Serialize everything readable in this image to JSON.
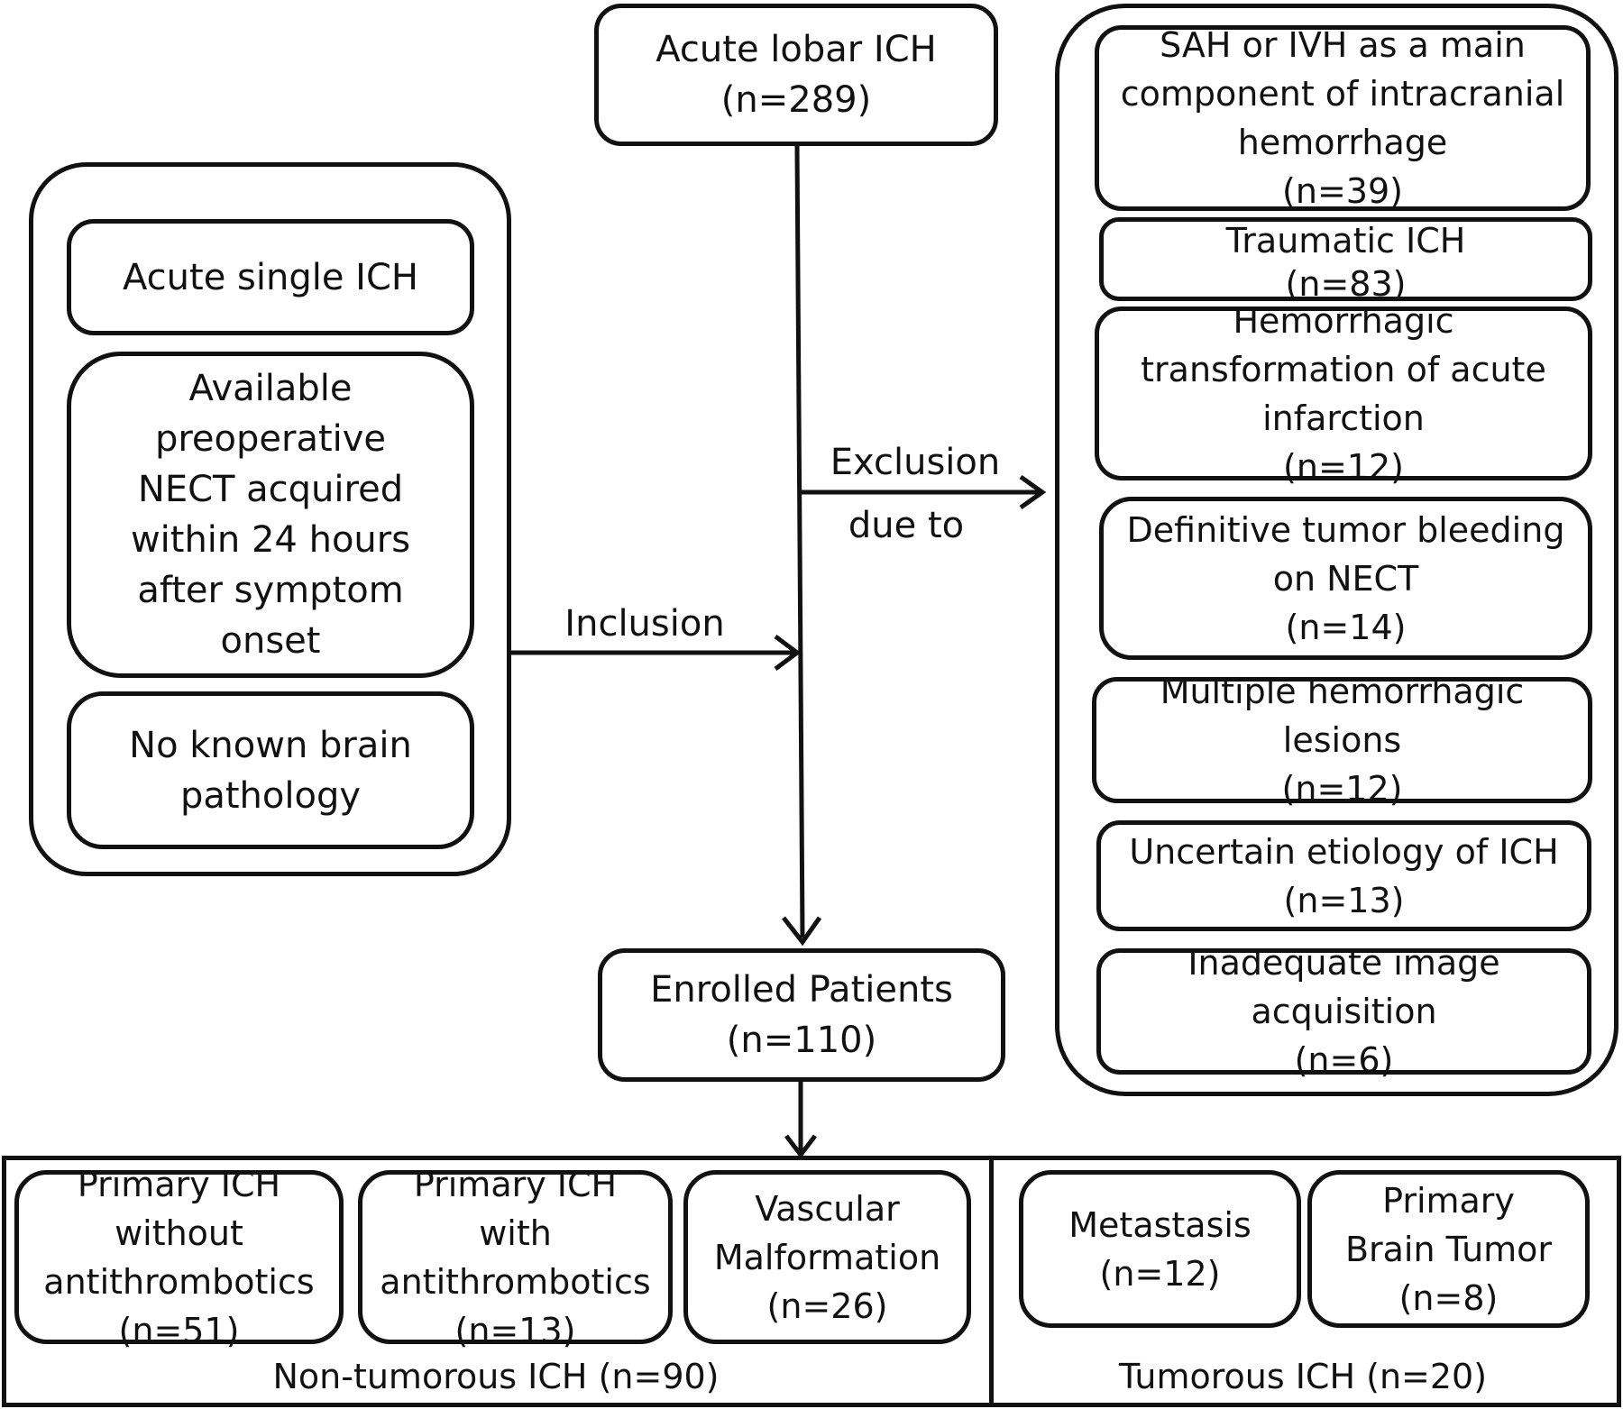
{
  "start": {
    "line1": "Acute lobar ICH",
    "line2": "(n=289)"
  },
  "inclusion_criteria": [
    {
      "lines": [
        "Acute single ICH"
      ]
    },
    {
      "lines": [
        "Available",
        "preoperative",
        "NECT acquired",
        "within 24 hours",
        "after symptom",
        "onset"
      ]
    },
    {
      "lines": [
        "No known brain",
        "pathology"
      ]
    }
  ],
  "inclusion_label": "Inclusion",
  "exclusion_label": {
    "line1": "Exclusion",
    "line2": "due to"
  },
  "exclusion_reasons": [
    {
      "lines": [
        "SAH or IVH as a main",
        "component of intracranial",
        "hemorrhage",
        "(n=39)"
      ]
    },
    {
      "lines": [
        "Traumatic ICH",
        "(n=83)"
      ]
    },
    {
      "lines": [
        "Hemorrhagic",
        "transformation of acute",
        "infarction",
        "(n=12)"
      ]
    },
    {
      "lines": [
        "Definitive tumor bleeding",
        "on NECT",
        "(n=14)"
      ]
    },
    {
      "lines": [
        "Multiple hemorrhagic",
        "lesions",
        "(n=12)"
      ]
    },
    {
      "lines": [
        "Uncertain etiology of ICH",
        "(n=13)"
      ]
    },
    {
      "lines": [
        "Inadequate image",
        "acquisition",
        "(n=6)"
      ]
    }
  ],
  "enrolled": {
    "line1": "Enrolled Patients",
    "line2": "(n=110)"
  },
  "non_tumorous": {
    "label": "Non-tumorous ICH (n=90)",
    "items": [
      {
        "lines": [
          "Primary ICH",
          "without",
          "antithrombotics",
          "(n=51)"
        ]
      },
      {
        "lines": [
          "Primary ICH",
          "with",
          "antithrombotics",
          "(n=13)"
        ]
      },
      {
        "lines": [
          "Vascular",
          "Malformation",
          "(n=26)"
        ]
      }
    ]
  },
  "tumorous": {
    "label": "Tumorous ICH (n=20)",
    "items": [
      {
        "lines": [
          "Metastasis",
          "(n=12)"
        ]
      },
      {
        "lines": [
          "Primary",
          "Brain Tumor",
          "(n=8)"
        ]
      }
    ]
  }
}
